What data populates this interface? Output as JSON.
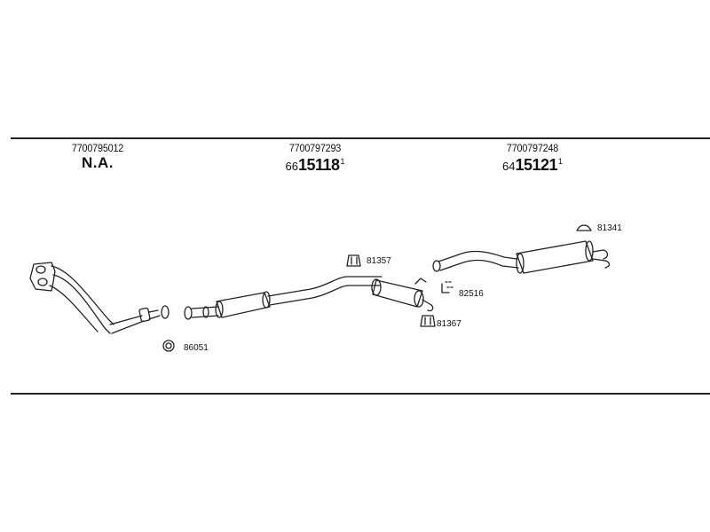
{
  "sections": [
    {
      "part_number": "7700795012",
      "code_text": "N.A."
    },
    {
      "part_number": "7700797293",
      "code_prefix": "66",
      "code_main": "15118",
      "code_sup": "1"
    },
    {
      "part_number": "7700797248",
      "code_prefix": "64",
      "code_main": "15121",
      "code_sup": "1"
    }
  ],
  "callouts": {
    "mount_upper": "81357",
    "mount_lower": "81367",
    "clamp": "82516",
    "hanger_rear": "81341",
    "gasket": "86051"
  }
}
